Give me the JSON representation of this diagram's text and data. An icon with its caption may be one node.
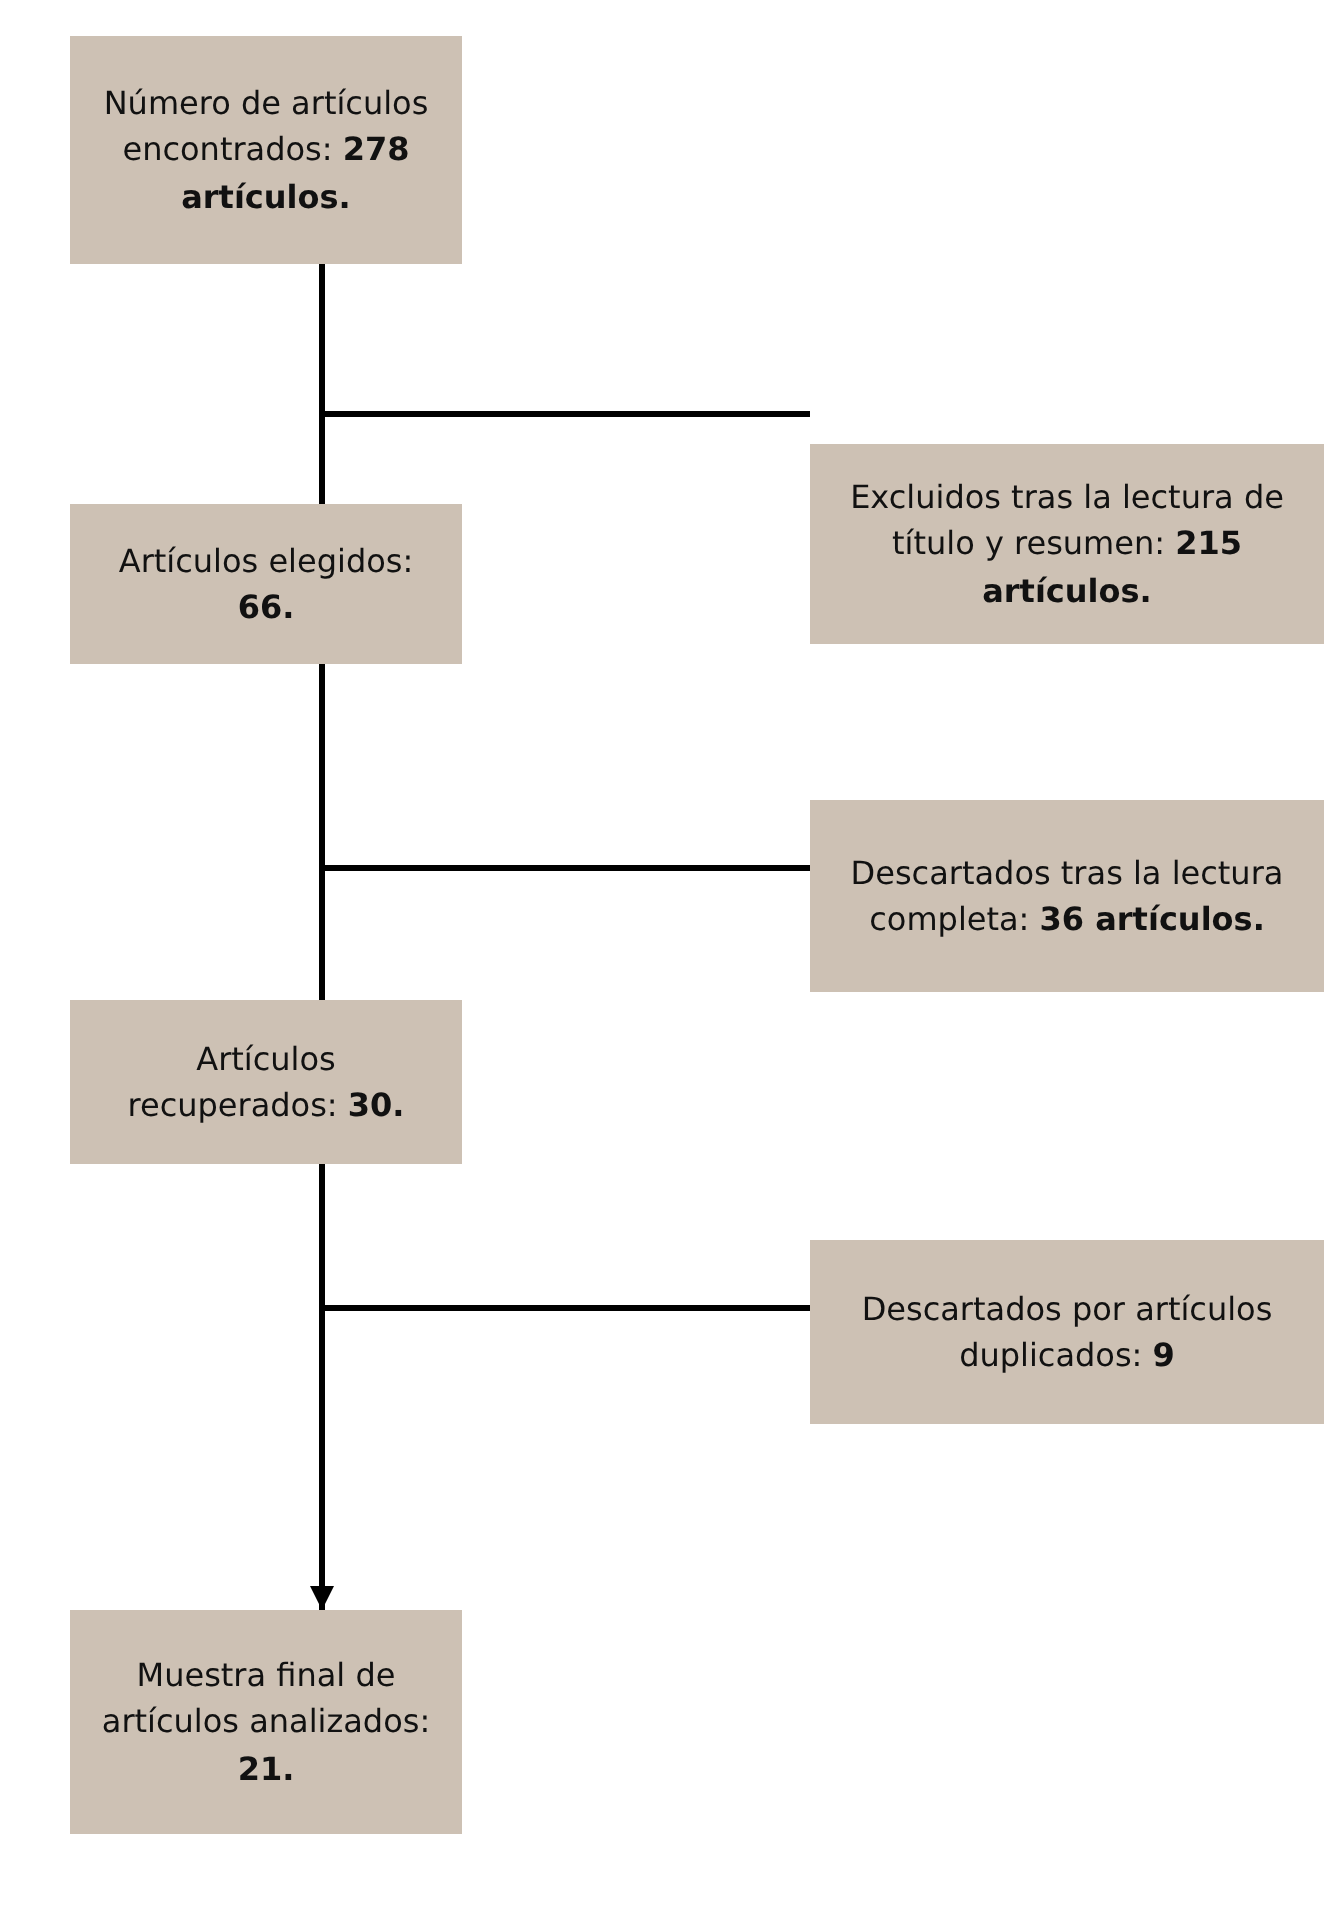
{
  "diagram": {
    "nodes": [
      {
        "text": [
          "Número de artículos encontrados: **278 artículos.**"
        ]
      },
      {
        "text": [
          "Excluidos tras la lectura de título y resumen: **215 artículos.**"
        ]
      },
      {
        "text": [
          "Artículos elegidos: **66.**"
        ]
      },
      {
        "text": [
          "Descartados tras la lectura completa: **36 artículos.**"
        ]
      },
      {
        "text": [
          "Artículos recuperados: **30.**"
        ]
      },
      {
        "text": [
          "Descartados por artículos duplicados: **9**"
        ]
      },
      {
        "text": [
          "Muestra final de artículos analizados: **21.**"
        ]
      }
    ],
    "edges": [
      {
        "from": 0,
        "to": 1,
        "arrow": "none"
      },
      {
        "from": 0,
        "to": 2,
        "arrow": "none"
      },
      {
        "from": 2,
        "to": 3,
        "arrow": "none"
      },
      {
        "from": 2,
        "to": 4,
        "arrow": "none"
      },
      {
        "from": 4,
        "to": 5,
        "arrow": "none"
      },
      {
        "from": 4,
        "to": 6,
        "arrow": "to"
      }
    ]
  }
}
